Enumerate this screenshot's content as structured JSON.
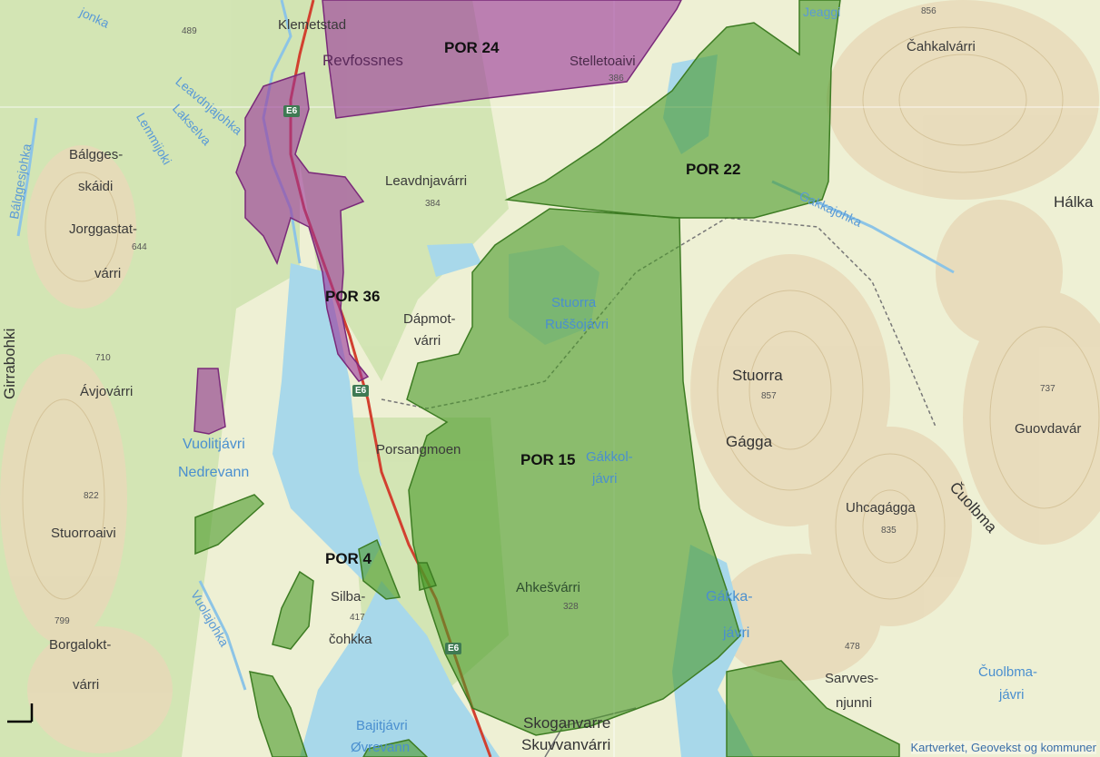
{
  "map": {
    "protected_areas": [
      {
        "id": "por24",
        "label": "POR 24",
        "color": "#993399"
      },
      {
        "id": "por36",
        "label": "POR 36",
        "color": "#993399"
      },
      {
        "id": "por22",
        "label": "POR 22",
        "color": "#4a9a28"
      },
      {
        "id": "por15",
        "label": "POR 15",
        "color": "#4a9a28"
      },
      {
        "id": "por4",
        "label": "POR 4",
        "color": "#4a9a28"
      }
    ],
    "places": {
      "klemetstad": "Klemetstad",
      "revfossnes": "Revfossnes",
      "stelletoaivi": "Stelletoaivi",
      "cahkalvarri": "Čahkalvárri",
      "halka": "Hálka",
      "balggesskaidi_1": "Bálgges-",
      "balggesskaidi_2": "skáidi",
      "jorggastat_1": "Jorggastat-",
      "jorggastat_2": "várri",
      "leavdnjavarri": "Leavdnjavárri",
      "dapmotvarri_1": "Dápmot-",
      "dapmotvarri_2": "várri",
      "avjovarri": "Ávjovárri",
      "girrabohki": "Girrabohki",
      "stuorra_1": "Stuorra",
      "stuorra_2": "Gágga",
      "guovdavarri": "Guovdavár",
      "porsangmoen": "Porsangmoen",
      "uhcagagga": "Uhcagágga",
      "cuolbma": "Čuolbma",
      "stuorroaivi": "Stuorroaivi",
      "silbacohkka_1": "Silba-",
      "silbacohkka_2": "čohkka",
      "ahkesvarri": "Ahkešvárri",
      "borgaloktvarri_1": "Borgalokt-",
      "borgaloktvarri_2": "várri",
      "sarvvesnjunni_1": "Sarvves-",
      "sarvvesnjunni_2": "njunni",
      "skoganvarre": "Skoganvarre",
      "skuvvanvarri": "Skuvvanvárri"
    },
    "waters": {
      "russojavri_1": "Stuorra",
      "russojavri_2": "Ruššojávri",
      "vuolitjavri_1": "Vuolitjávri",
      "vuolitjavri_2": "Nedrevann",
      "gakkoljavri_1": "Gákkol-",
      "gakkoljavri_2": "jávri",
      "gakkajavri_1": "Gákka-",
      "gakkajavri_2": "jávri",
      "cuolbmajavri_1": "Čuolbma-",
      "cuolbmajavri_2": "jávri",
      "bajitjavri_1": "Bajitjávri",
      "bajitjavri_2": "Øvrevann"
    },
    "rivers": {
      "jonka": "jonka",
      "leavdnjajohka": "Leavdnjajohka",
      "lakselva": "Lakselva",
      "lemmijoki": "Lemmijoki",
      "balggesjohka": "Bálggesjohka",
      "gakkajohka": "Gakkajohka",
      "vuolajohka": "Vuolajohka",
      "jeaggi": "Jeaggi"
    },
    "elevations": {
      "e489": "489",
      "e856": "856",
      "e386": "386",
      "e384": "384",
      "e644": "644",
      "e710": "710",
      "e857": "857",
      "e737": "737",
      "e822": "822",
      "e835": "835",
      "e417": "417",
      "e328": "328",
      "e799": "799",
      "e478": "478"
    },
    "roads": {
      "e6": "E6"
    },
    "attribution": "Kartverket, Geovekst og kommuner"
  }
}
